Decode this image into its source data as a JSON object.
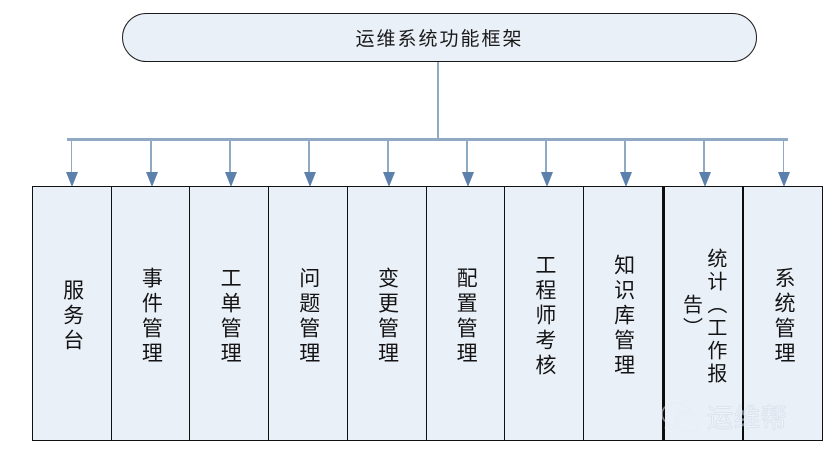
{
  "diagram": {
    "title": "运维系统功能框架",
    "connector_color": "#8faac2",
    "arrow_color": "#5b80ab",
    "box_fill": "#eaf0f8",
    "box_border": "#111111",
    "nodes": [
      {
        "label": "服务台",
        "lines": 1
      },
      {
        "label": "事件管理",
        "lines": 1
      },
      {
        "label": "工单管理",
        "lines": 1
      },
      {
        "label": "问题管理",
        "lines": 1
      },
      {
        "label": "变更管理",
        "lines": 1
      },
      {
        "label": "配置管理",
        "lines": 1
      },
      {
        "label": "工程师考核",
        "lines": 1
      },
      {
        "label": "知识库管理",
        "lines": 1
      },
      {
        "label": "统计（工作报告）",
        "lines": 2
      },
      {
        "label": "系统管理",
        "lines": 1
      }
    ]
  },
  "watermark": {
    "text": "运维帮",
    "icon": "wechat-icon"
  }
}
